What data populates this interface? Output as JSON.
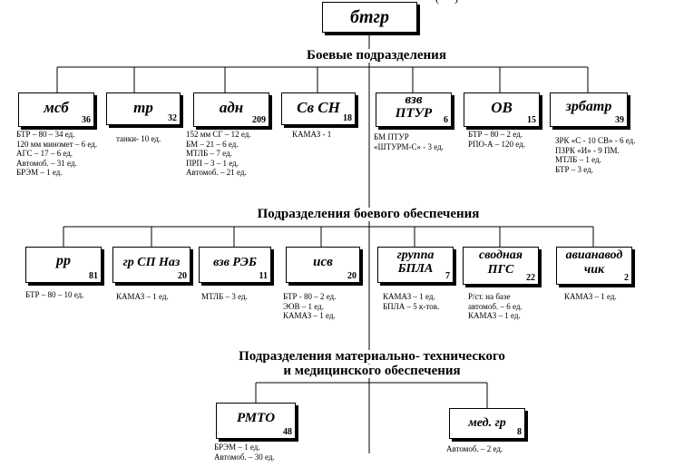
{
  "top": {
    "label": "бтгр",
    "partial_text": "(         ·         ·         )"
  },
  "sections": {
    "combat": "Боевые  подразделения",
    "support": "Подразделения боевого обеспечения",
    "logistics_line1": "Подразделения материально- технического",
    "logistics_line2": "и медицинского обеспечения"
  },
  "combat_units": [
    {
      "name": "мсб",
      "num": "36",
      "equipment": [
        "БТР – 80 – 34 ед.",
        "120 мм миномет – 6 ед.",
        "АГС – 17 – 6 ед.",
        "Автомоб. – 31 ед.",
        "БРЭМ – 1 ед."
      ]
    },
    {
      "name": "тр",
      "num": "32",
      "equipment": [
        "танки- 10 ед."
      ]
    },
    {
      "name": "адн",
      "num": "209",
      "equipment": [
        "152 мм СГ – 12 ед.",
        "БМ – 21 – 6 ед.",
        "МТЛБ – 7 ед.",
        "ПРП – 3 – 1 ед.",
        "Автомоб. – 21 ед."
      ]
    },
    {
      "name": "Св СН",
      "num": "18",
      "equipment": [
        "КАМАЗ - 1"
      ]
    },
    {
      "name": "взв\nПТУР",
      "num": "6",
      "equipment": [
        "БМ ПТУР",
        "«ШТУРМ-С» - 3 ед."
      ]
    },
    {
      "name": "ОВ",
      "num": "15",
      "equipment": [
        "БТР – 80 – 2 ед.",
        "РПО-А – 120 ед."
      ]
    },
    {
      "name": "зрбатр",
      "num": "39",
      "equipment": [
        "ЗРК «С - 10 СВ» - 6 ед.",
        "ПЗРК «И» - 9 ПМ.",
        "МТЛБ – 1 ед.",
        "БТР – 3 ед."
      ]
    }
  ],
  "support_units": [
    {
      "name": "рр",
      "num": "81",
      "equipment": [
        "БТР – 80 – 10 ед."
      ]
    },
    {
      "name": "гр СП Наз",
      "num": "20",
      "equipment": [
        "КАМАЗ – 1 ед."
      ]
    },
    {
      "name": "взв РЭБ",
      "num": "11",
      "equipment": [
        "МТЛБ – 3 ед."
      ]
    },
    {
      "name": "исв",
      "num": "20",
      "equipment": [
        "БТР - 80 – 2 ед.",
        "ЭОВ – 1 ед.",
        "КАМАЗ – 1 ед."
      ]
    },
    {
      "name": "группа\nБПЛА",
      "num": "7",
      "equipment": [
        "КАМАЗ – 1 ед.",
        "БПЛА – 5 к-тов."
      ]
    },
    {
      "name": "сводная\nПГС",
      "num": "22",
      "equipment": [
        "Р/ст. на базе",
        "автомоб. – 6 ед.",
        "КАМАЗ – 1 ед."
      ]
    },
    {
      "name": "авианавод\nчик",
      "num": "2",
      "equipment": [
        "КАМАЗ – 1 ед."
      ]
    }
  ],
  "logistics_units": [
    {
      "name": "РМТО",
      "num": "48",
      "equipment": [
        "БРЭМ – 1 ед.",
        "Автомоб. – 30 ед."
      ]
    },
    {
      "name": "мед. гр",
      "num": "8",
      "equipment": [
        "Автомоб. – 2 ед."
      ]
    }
  ]
}
